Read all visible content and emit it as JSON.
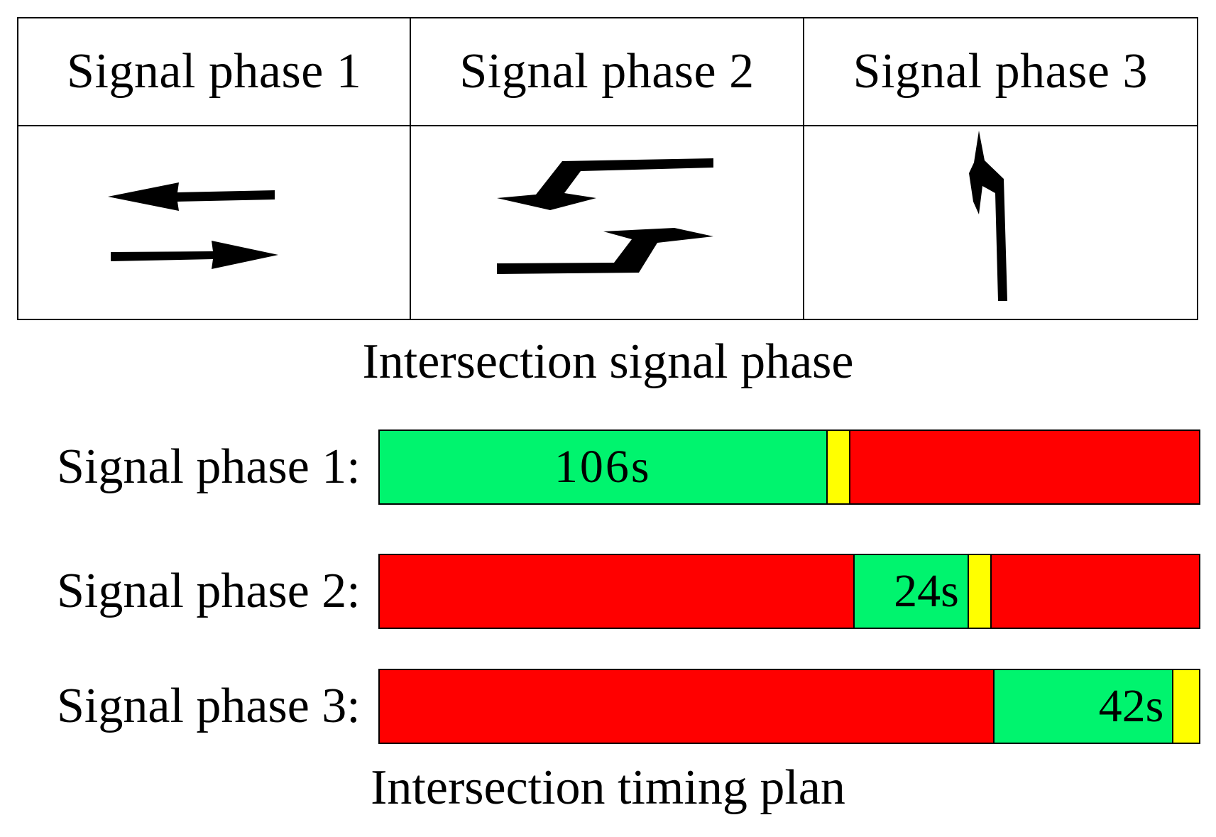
{
  "colors": {
    "green": "#00f46e",
    "yellow": "#ffff00",
    "red": "#ff0000"
  },
  "phase_table": {
    "headers": [
      "Signal phase 1",
      "Signal phase 2",
      "Signal phase 3"
    ],
    "icons": [
      "through-arrows-icon",
      "left-turn-arrows-icon",
      "left-turn-single-arrow-icon"
    ]
  },
  "captions": {
    "phase": "Intersection signal phase",
    "timing": "Intersection timing plan"
  },
  "timing": {
    "cycle_units": 194,
    "rows": [
      {
        "label": "Signal phase 1:",
        "segments": [
          {
            "color": "green",
            "duration": 106,
            "text": "106s"
          },
          {
            "color": "yellow",
            "duration": 5.5,
            "text": ""
          },
          {
            "color": "red",
            "duration": 82.5,
            "text": ""
          }
        ]
      },
      {
        "label": "Signal phase 2:",
        "segments": [
          {
            "color": "red",
            "duration": 112.5,
            "text": ""
          },
          {
            "color": "green",
            "duration": 27,
            "text": "24s"
          },
          {
            "color": "yellow",
            "duration": 5.5,
            "text": ""
          },
          {
            "color": "red",
            "duration": 49,
            "text": ""
          }
        ]
      },
      {
        "label": "Signal phase 3:",
        "segments": [
          {
            "color": "red",
            "duration": 145.5,
            "text": ""
          },
          {
            "color": "green",
            "duration": 42.5,
            "text": "42s"
          },
          {
            "color": "yellow",
            "duration": 6,
            "text": ""
          }
        ]
      }
    ]
  }
}
